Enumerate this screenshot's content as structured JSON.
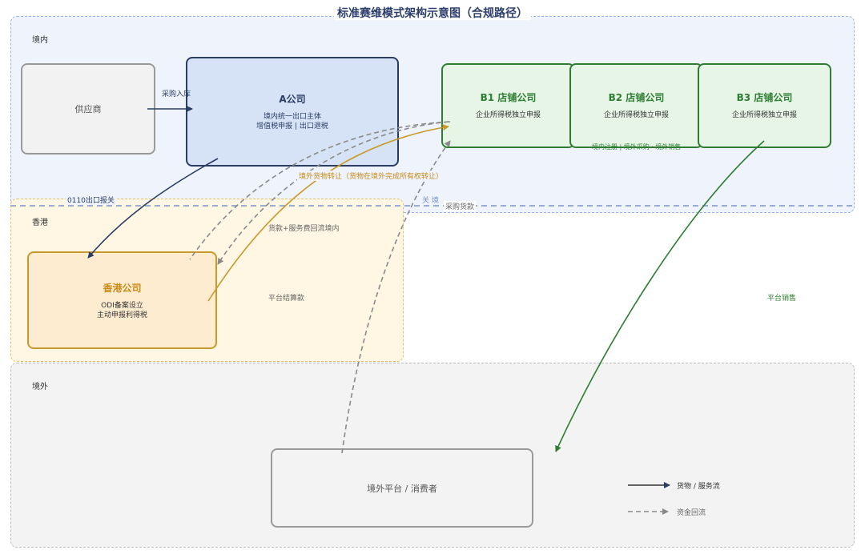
{
  "title": "标准赛维模式架构示意图（合规路径）",
  "zones": {
    "domestic": "境内",
    "hongkong": "香港",
    "overseas": "境外"
  },
  "nodes": {
    "supplier": {
      "title": "供应商"
    },
    "a_company": {
      "title": "A公司",
      "lines": [
        "境内统一出口主体",
        "增值税申报 | 出口退税"
      ]
    },
    "b1": {
      "title": "B1  店铺公司",
      "line": "企业所得税独立申报"
    },
    "b2": {
      "title": "B2  店铺公司",
      "line": "企业所得税独立申报"
    },
    "b3": {
      "title": "B3  店铺公司",
      "line": "企业所得税独立申报"
    },
    "hk_company": {
      "title": "香港公司",
      "lines": [
        "ODI备案设立",
        "主动申报利得税"
      ]
    },
    "platform": {
      "title": "境外平台 / 消费者"
    }
  },
  "labels": {
    "purchase_in": "采购入库",
    "export_declare": "0110出口报关",
    "customs": "关  境",
    "purchase_payment": "采购货款",
    "overseas_transfer": "境外货物转让（货物在境外完成所有权转让）",
    "funds_return": "货款+服务费回流境内",
    "platform_settlement": "平台结算款",
    "platform_sales": "平台销售",
    "b_note": "境内注册 | 境外采购 · 境外销售"
  },
  "legend": {
    "goods_flow": "货物 / 服务流",
    "funds_flow": "资金回流"
  },
  "colors": {
    "navy": "#2b3d63",
    "green": "#2e7d32",
    "gold": "#c89a2c",
    "gray_dash": "#9a9a9a",
    "customs_line": "#7b93c9"
  }
}
